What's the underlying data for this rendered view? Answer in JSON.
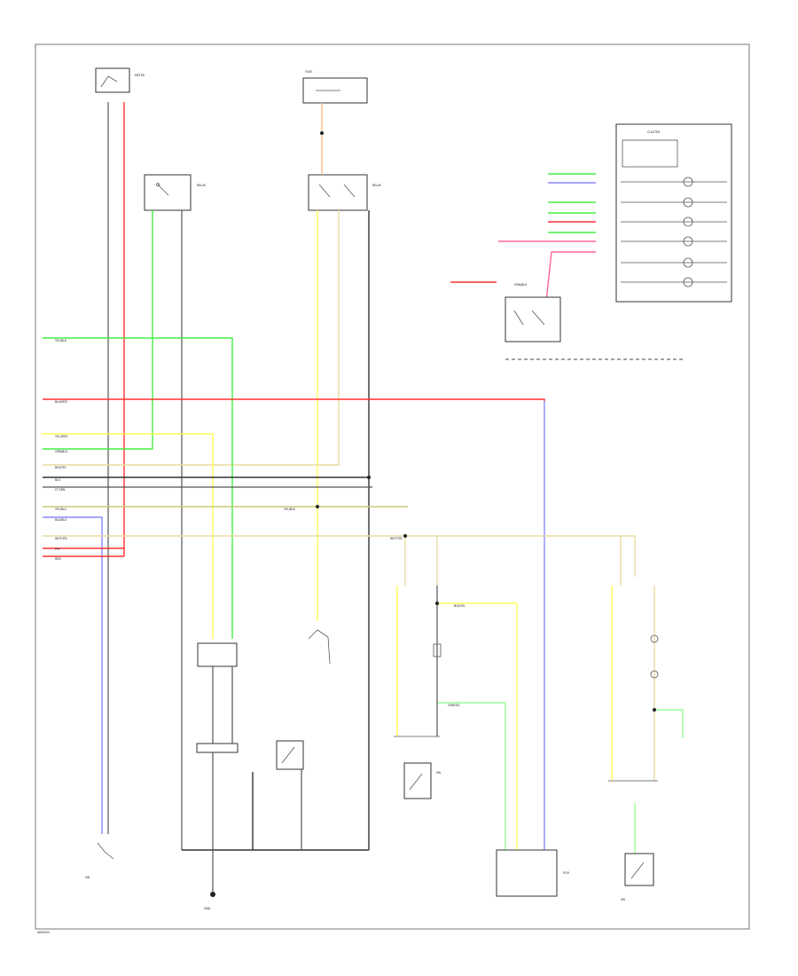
{
  "diagram": {
    "components": {
      "meter": "METER",
      "fuse_top": "FUSE",
      "relay_left": "RELAY",
      "relay_mid": "RELAY",
      "cluster": "CLUSTER",
      "pcm": "PCM",
      "sw_mid": "SW",
      "sw_left": "SW",
      "sw_right": "SW",
      "ground": "GND"
    },
    "wire_labels": {
      "w1": "YEL/BLK",
      "w2": "BLU/RED",
      "w3": "YEL/GRN",
      "w4": "GRN/BLK",
      "w5": "BLK/YEL",
      "w6": "BLK",
      "w7": "LT GRN",
      "w8": "YEL/BLU",
      "w9": "BLU/BLK",
      "w10": "WHT/YEL",
      "w11": "PPL",
      "w12": "RED",
      "w13": "YEL/BLK",
      "w14": "GRN/YEL",
      "w15": "BLK/YEL",
      "w16": "GRN/BLK",
      "w17": "WHT/YEL"
    },
    "footer_code": "WM5055"
  }
}
